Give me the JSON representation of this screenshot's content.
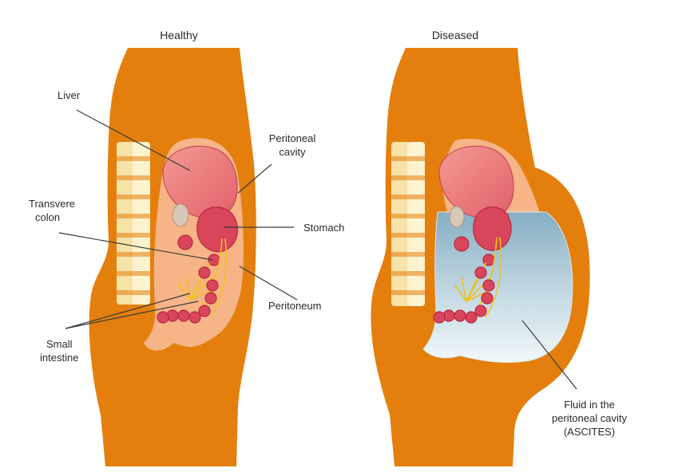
{
  "panels": {
    "left_title": "Healthy",
    "right_title": "Diseased"
  },
  "labels": {
    "liver": "Liver",
    "peritoneal_cavity_1": "Peritoneal",
    "peritoneal_cavity_2": "cavity",
    "transverse_colon_1": "Transvere",
    "transverse_colon_2": "colon",
    "stomach": "Stomach",
    "peritoneum": "Peritoneum",
    "small_intestine_1": "Small",
    "small_intestine_2": "intestine",
    "fluid_1": "Fluid in the",
    "fluid_2": "peritoneal cavity",
    "fluid_3": "(ASCITES)"
  },
  "colors": {
    "body": "#e47f0d",
    "cavity": "#f6b487",
    "organ": "#d9455b",
    "fluid_top": "#8fb3c6",
    "fluid_bottom": "#eef6f9",
    "nerve": "#f2c21b"
  }
}
